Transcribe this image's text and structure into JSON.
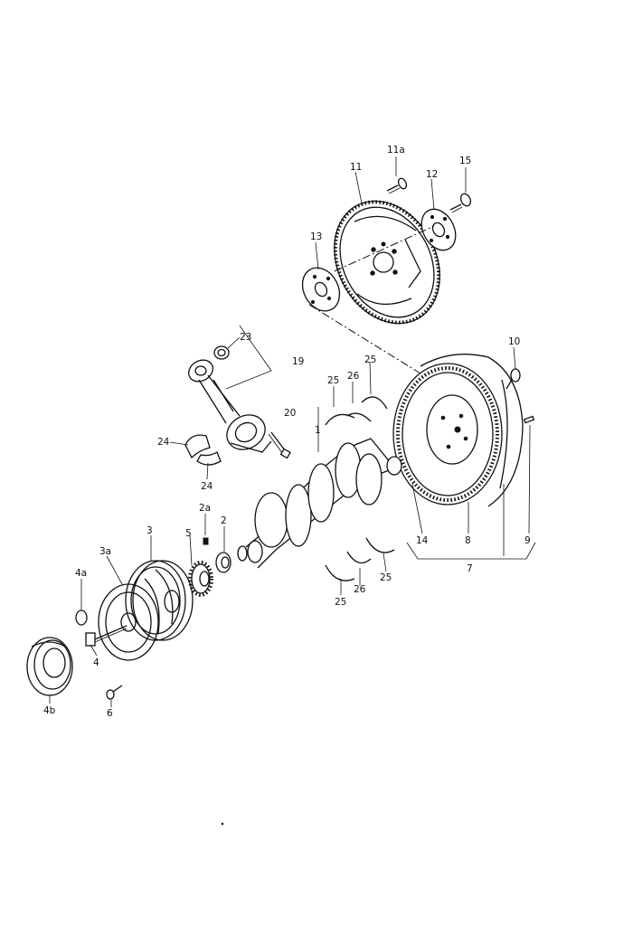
{
  "callouts": {
    "c11a": "11a",
    "c11": "11",
    "c12": "12",
    "c15": "15",
    "c13": "13",
    "c10": "10",
    "c23": "23",
    "c19": "19",
    "c25_top_left": "25",
    "c26_top": "26",
    "c25_top_right": "25",
    "c20": "20",
    "c1": "1",
    "c24_top": "24",
    "c24_bottom": "24",
    "c2a": "2a",
    "c2": "2",
    "c3": "3",
    "c5": "5",
    "c3a": "3a",
    "c4a": "4a",
    "c4": "4",
    "c4b": "4b",
    "c6": "6",
    "c14": "14",
    "c8": "8",
    "c9": "9",
    "c7": "7",
    "c25_bottom_left": "25",
    "c26_bottom": "26",
    "c25_bottom_right": "25"
  }
}
